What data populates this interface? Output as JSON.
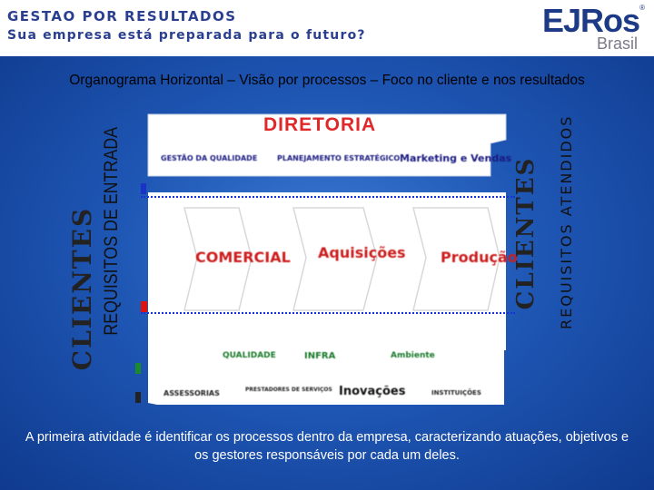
{
  "header": {
    "title": "GESTAO POR RESULTADOS",
    "subtitle": "Sua empresa está preparada para o futuro?",
    "logo_main": "EJRos",
    "logo_sub": "Brasil",
    "logo_reg": "®"
  },
  "caption": "Organograma Horizontal – Visão por processos – Foco no cliente e nos resultados",
  "left": {
    "clientes": "CLIENTES",
    "requisitos": "REQUISITOS DE ENTRADA"
  },
  "right": {
    "clientes": "CLIENTES",
    "requisitos": "REQUISITOS ATENDIDOS"
  },
  "diagram": {
    "diretoria": "DIRETORIA",
    "top_items": [
      "GESTÃO DA QUALIDADE",
      "PLANEJAMENTO ESTRATÉGICO",
      "Marketing e Vendas"
    ],
    "processes": [
      "COMERCIAL",
      "Aquisições",
      "Produção"
    ],
    "bottom_items_row1": [
      "QUALIDADE",
      "INFRA",
      "Ambiente"
    ],
    "bottom_items_row2": [
      "ASSESSORIAS",
      "PRESTADORES DE SERVIÇOS",
      "Inovações",
      "INSTITUIÇÕES"
    ]
  },
  "footer": "A primeira atividade é identificar os processos dentro da empresa, caracterizando atuações, objetivos e os gestores responsáveis por cada um deles."
}
